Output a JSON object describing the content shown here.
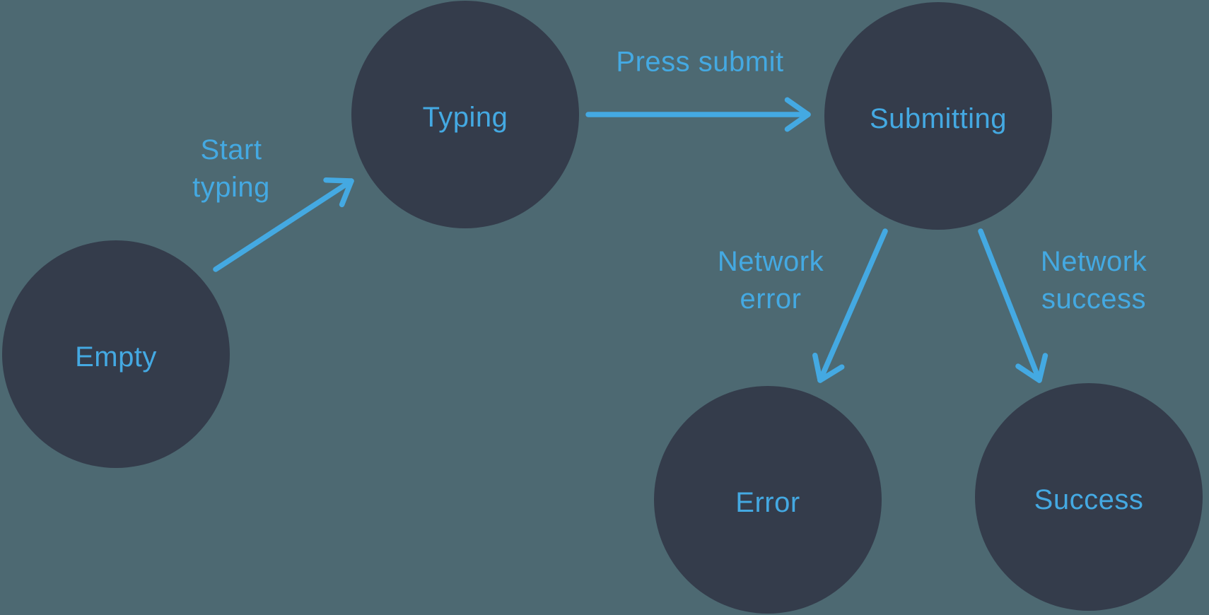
{
  "theme": {
    "background": "#4D6972",
    "node_fill": "#343C4B",
    "accent": "#44A9E2"
  },
  "nodes": [
    {
      "id": "empty",
      "label": "Empty"
    },
    {
      "id": "typing",
      "label": "Typing"
    },
    {
      "id": "submitting",
      "label": "Submitting"
    },
    {
      "id": "error",
      "label": "Error"
    },
    {
      "id": "success",
      "label": "Success"
    }
  ],
  "transitions": [
    {
      "id": "start-typing",
      "label": "Start\ntyping",
      "from": "empty",
      "to": "typing"
    },
    {
      "id": "press-submit",
      "label": "Press submit",
      "from": "typing",
      "to": "submitting"
    },
    {
      "id": "network-error",
      "label": "Network\nerror",
      "from": "submitting",
      "to": "error"
    },
    {
      "id": "network-success",
      "label": "Network\nsuccess",
      "from": "submitting",
      "to": "success"
    }
  ]
}
